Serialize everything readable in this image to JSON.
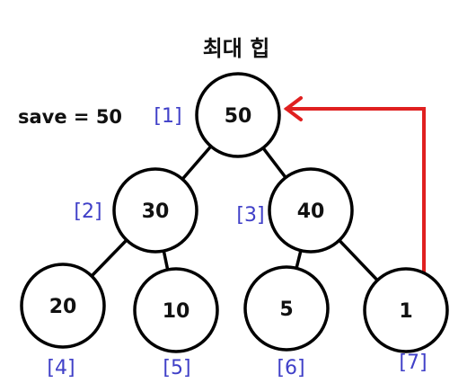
{
  "title": "최대 힙",
  "save_label": "save = 50",
  "arrow_color": "#e02020",
  "index_color": "#4040c8",
  "nodes": [
    {
      "index_label": "[1]",
      "value": "50"
    },
    {
      "index_label": "[2]",
      "value": "30"
    },
    {
      "index_label": "[3]",
      "value": "40"
    },
    {
      "index_label": "[4]",
      "value": "20"
    },
    {
      "index_label": "[5]",
      "value": "10"
    },
    {
      "index_label": "[6]",
      "value": "5"
    },
    {
      "index_label": "[7]",
      "value": "1"
    }
  ],
  "edges": [
    {
      "from": 1,
      "to": 2
    },
    {
      "from": 1,
      "to": 3
    },
    {
      "from": 2,
      "to": 4
    },
    {
      "from": 2,
      "to": 5
    },
    {
      "from": 3,
      "to": 6
    },
    {
      "from": 3,
      "to": 7
    }
  ],
  "move_arrow": {
    "from": 7,
    "to": 1
  }
}
